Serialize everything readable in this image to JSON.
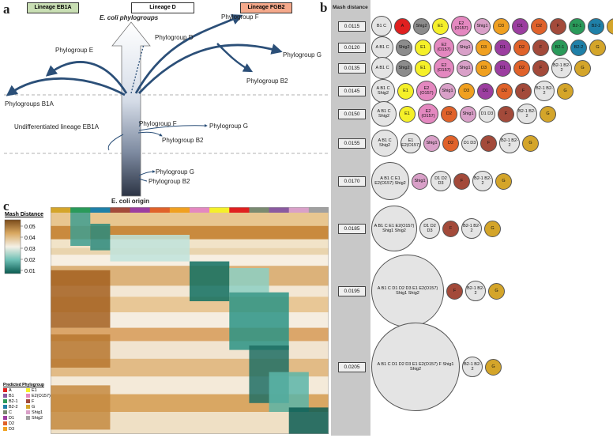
{
  "panel_labels": {
    "a": "a",
    "b": "b",
    "c": "c"
  },
  "panel_a": {
    "lineages": [
      {
        "label": "Lineage EB1A",
        "bg": "#c9dfb4"
      },
      {
        "label": "Lineage D",
        "bg": "#ffffff"
      },
      {
        "label": "Lineage FGB2",
        "bg": "#f5a98b"
      }
    ],
    "labels": {
      "phylogroups_top": "E. coli phylogroups",
      "d": "Phylogroup D",
      "f_top": "Phylogroup F",
      "e": "Phylogroup E",
      "g_top": "Phylogroup G",
      "b1a": "Phylogroups B1A",
      "b2_top": "Phylogroup B2",
      "undiff": "Undifferentiated lineage EB1A",
      "f_mid": "Phylogroup F",
      "g_mid": "Phylogroup G",
      "b2_mid": "Phylogroup B2",
      "g_low": "Phylogroup G",
      "b2_low": "Phylogroup B2",
      "origin": "E. coli origin"
    },
    "colors": {
      "branch": "#2b4f78",
      "dash": "#999999"
    }
  },
  "panel_b": {
    "title": "Mash distance",
    "rows": [
      {
        "distance": "0.0115",
        "circles": [
          {
            "label": "B1 C",
            "color": "#e4e4e4"
          },
          {
            "label": "A",
            "color": "#e02020"
          },
          {
            "label": "Shig2",
            "color": "#8c8c8c"
          },
          {
            "label": "E1",
            "color": "#f5f029"
          },
          {
            "label": "E2 (O157)",
            "color": "#e488c0"
          },
          {
            "label": "Shig1",
            "color": "#d9a0c8"
          },
          {
            "label": "D3",
            "color": "#f0a020"
          },
          {
            "label": "D1",
            "color": "#9c3ea0"
          },
          {
            "label": "D2",
            "color": "#e0622a"
          },
          {
            "label": "F",
            "color": "#a34a3a"
          },
          {
            "label": "B2-1",
            "color": "#2a9a5a"
          },
          {
            "label": "B2-2",
            "color": "#1f80a8"
          },
          {
            "label": "G",
            "color": "#d4a52a"
          }
        ]
      },
      {
        "distance": "0.0120",
        "circles": [
          {
            "label": "A B1 C",
            "color": "#e4e4e4"
          },
          {
            "label": "Shig2",
            "color": "#8c8c8c"
          },
          {
            "label": "E1",
            "color": "#f5f029"
          },
          {
            "label": "E2 (O157)",
            "color": "#e488c0"
          },
          {
            "label": "Shig1",
            "color": "#d9a0c8"
          },
          {
            "label": "D3",
            "color": "#f0a020"
          },
          {
            "label": "D1",
            "color": "#9c3ea0"
          },
          {
            "label": "D2",
            "color": "#e0622a"
          },
          {
            "label": "F",
            "color": "#a34a3a"
          },
          {
            "label": "B2-1",
            "color": "#2a9a5a"
          },
          {
            "label": "B2-2",
            "color": "#1f80a8"
          },
          {
            "label": "G",
            "color": "#d4a52a"
          }
        ]
      },
      {
        "distance": "0.0135",
        "circles": [
          {
            "label": "A B1 C",
            "color": "#e4e4e4"
          },
          {
            "label": "Shig2",
            "color": "#8c8c8c"
          },
          {
            "label": "E1",
            "color": "#f5f029"
          },
          {
            "label": "E2 (O157)",
            "color": "#e488c0"
          },
          {
            "label": "Shig1",
            "color": "#d9a0c8"
          },
          {
            "label": "D3",
            "color": "#f0a020"
          },
          {
            "label": "D1",
            "color": "#9c3ea0"
          },
          {
            "label": "D2",
            "color": "#e0622a"
          },
          {
            "label": "F",
            "color": "#a34a3a"
          },
          {
            "label": "B2-1 B2-2",
            "color": "#e4e4e4"
          },
          {
            "label": "G",
            "color": "#d4a52a"
          }
        ]
      },
      {
        "distance": "0.0145",
        "circles": [
          {
            "label": "A B1 C Shig2",
            "color": "#e4e4e4"
          },
          {
            "label": "E1",
            "color": "#f5f029"
          },
          {
            "label": "E2 (O157)",
            "color": "#e488c0"
          },
          {
            "label": "Shig1",
            "color": "#d9a0c8"
          },
          {
            "label": "D3",
            "color": "#f0a020"
          },
          {
            "label": "D1",
            "color": "#9c3ea0"
          },
          {
            "label": "D2",
            "color": "#e0622a"
          },
          {
            "label": "F",
            "color": "#a34a3a"
          },
          {
            "label": "B2-1 B2-2",
            "color": "#e4e4e4"
          },
          {
            "label": "G",
            "color": "#d4a52a"
          }
        ]
      },
      {
        "distance": "0.0150",
        "circles": [
          {
            "label": "A B1 C Shig2",
            "color": "#e4e4e4"
          },
          {
            "label": "E1",
            "color": "#f5f029"
          },
          {
            "label": "E2 (O157)",
            "color": "#e488c0"
          },
          {
            "label": "D2",
            "color": "#e0622a"
          },
          {
            "label": "Shig1",
            "color": "#d9a0c8"
          },
          {
            "label": "D1 D3",
            "color": "#e4e4e4"
          },
          {
            "label": "F",
            "color": "#a34a3a"
          },
          {
            "label": "B2-1 B2-2",
            "color": "#e4e4e4"
          },
          {
            "label": "G",
            "color": "#d4a52a"
          }
        ]
      },
      {
        "distance": "0.0155",
        "circles": [
          {
            "label": "A B1 C Shig2",
            "color": "#e4e4e4"
          },
          {
            "label": "E1 E2(O157)",
            "color": "#e4e4e4"
          },
          {
            "label": "Shig1",
            "color": "#d9a0c8"
          },
          {
            "label": "D2",
            "color": "#e0622a"
          },
          {
            "label": "D1 D3",
            "color": "#e4e4e4"
          },
          {
            "label": "F",
            "color": "#a34a3a"
          },
          {
            "label": "B2-1 B2-2",
            "color": "#e4e4e4"
          },
          {
            "label": "G",
            "color": "#d4a52a"
          }
        ]
      },
      {
        "distance": "0.0170",
        "circles": [
          {
            "label": "A B1 C E1 E2(O157) Shig2",
            "color": "#e4e4e4"
          },
          {
            "label": "Shig1",
            "color": "#d9a0c8"
          },
          {
            "label": "D1 D2 D3",
            "color": "#e4e4e4"
          },
          {
            "label": "F",
            "color": "#a34a3a"
          },
          {
            "label": "B2-1 B2-2",
            "color": "#e4e4e4"
          },
          {
            "label": "G",
            "color": "#d4a52a"
          }
        ]
      },
      {
        "distance": "0.0185",
        "circles": [
          {
            "label": "A B1 C E1 E2(O157) Shig1 Shig2",
            "color": "#e4e4e4"
          },
          {
            "label": "D1 D2 D3",
            "color": "#e4e4e4"
          },
          {
            "label": "F",
            "color": "#a34a3a"
          },
          {
            "label": "B2-1 B2-2",
            "color": "#e4e4e4"
          },
          {
            "label": "G",
            "color": "#d4a52a"
          }
        ]
      },
      {
        "distance": "0.0195",
        "circles": [
          {
            "label": "A B1 C D1 D2 D3 E1 E2(O157) Shig1 Shig2",
            "color": "#e4e4e4"
          },
          {
            "label": "F",
            "color": "#a34a3a"
          },
          {
            "label": "B2-1 B2-2",
            "color": "#e4e4e4"
          },
          {
            "label": "G",
            "color": "#d4a52a"
          }
        ]
      },
      {
        "distance": "0.0205",
        "circles": [
          {
            "label": "A B1 C D1 D2 D3 E1 E2(O157) F Shig1 Shig2",
            "color": "#e4e4e4"
          },
          {
            "label": "B2-1 B2-2",
            "color": "#e4e4e4"
          },
          {
            "label": "G",
            "color": "#d4a52a"
          }
        ]
      }
    ]
  },
  "panel_c": {
    "legend_title": "Mash Distance",
    "scale_ticks": [
      "0.05",
      "0.04",
      "0.03",
      "0.02",
      "0.01"
    ],
    "phylogroup_title": "Predicted Phylogroup",
    "phylogroups": [
      {
        "label": "A",
        "color": "#e02020"
      },
      {
        "label": "E1",
        "color": "#f5f029"
      },
      {
        "label": "B1",
        "color": "#8a5aa0"
      },
      {
        "label": "E2(O157)",
        "color": "#e488c0"
      },
      {
        "label": "B2-1",
        "color": "#2a9a5a"
      },
      {
        "label": "F",
        "color": "#a34a3a"
      },
      {
        "label": "B2-2",
        "color": "#1f80a8"
      },
      {
        "label": "G",
        "color": "#d4a52a"
      },
      {
        "label": "C",
        "color": "#7a8a70"
      },
      {
        "label": "Shig1",
        "color": "#d9a0c8"
      },
      {
        "label": "D1",
        "color": "#9c3ea0"
      },
      {
        "label": "Shig2",
        "color": "#a0a0a0"
      },
      {
        "label": "D2",
        "color": "#e0622a"
      },
      {
        "label": "",
        "color": ""
      },
      {
        "label": "D3",
        "color": "#f0a020"
      },
      {
        "label": "",
        "color": ""
      }
    ],
    "column_groups": [
      "#d4a52a",
      "#2a9a5a",
      "#1f80a8",
      "#a34a3a",
      "#9c3ea0",
      "#e0622a",
      "#f0a020",
      "#e488c0",
      "#f5f029",
      "#e02020",
      "#7a8a70",
      "#8a5aa0",
      "#d9a0c8",
      "#a0a0a0"
    ]
  }
}
